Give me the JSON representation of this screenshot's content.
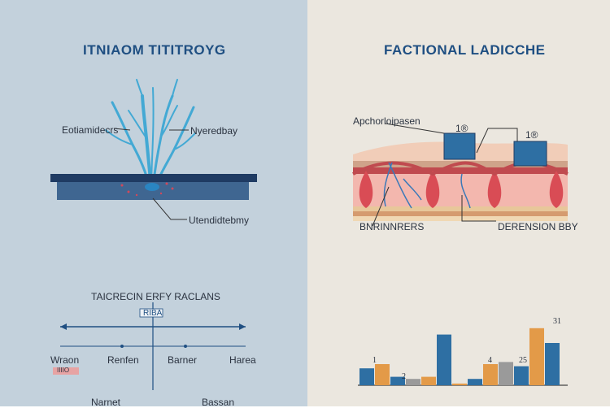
{
  "left": {
    "title": "ITNIAOM TITITROYG",
    "plant": {
      "label_left": "Eotiamidecrs",
      "label_right": "Nyeredbay",
      "label_bottom": "Utendidtebmy"
    },
    "scale": {
      "title": "TAICRECIN ERFY RACLANS",
      "center_tag": "RIBA",
      "ticks": [
        "Wraon",
        "Renfen",
        "Barner",
        "Harea"
      ],
      "small_tag": "IIIIO",
      "bottom_left": "Narnet",
      "bottom_right": "Bassan"
    }
  },
  "right": {
    "title": "FACTIONAL LADICCHE",
    "tissue": {
      "label_top": "Apchorloipasen",
      "box_label_1": "1®",
      "box_label_2": "1®",
      "label_bottom_left": "BNRINNRERS",
      "label_bottom_right": "DERENSION BBY"
    },
    "chart_data": {
      "type": "bar",
      "data_labels": [
        "1",
        "2",
        "4",
        "25",
        "31"
      ],
      "series": [
        {
          "color": "#2e6fa3",
          "values": [
            4,
            0,
            2,
            0,
            0,
            12,
            0,
            1.5,
            0,
            1.5,
            4.5,
            0,
            10
          ]
        },
        {
          "color": "#e39a48",
          "values": [
            0,
            5,
            0,
            0,
            2,
            0,
            0.4,
            0,
            5,
            0,
            0,
            13.5,
            0
          ]
        },
        {
          "color": "#9a9a9a",
          "values": [
            0,
            0,
            0,
            1.5,
            0,
            0,
            0,
            0,
            0,
            5.5,
            0,
            0,
            0
          ]
        }
      ]
    }
  }
}
